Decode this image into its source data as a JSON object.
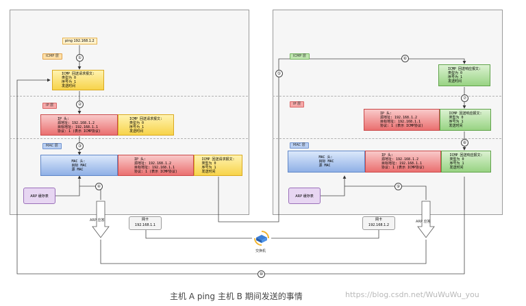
{
  "host_a": {
    "command": "ping 192.168.1.2",
    "layer_icmp": "ICMP 层",
    "layer_ip": "IP 层",
    "layer_mac": "MAC 层",
    "icmp_box": "ICMP 回送请求报文:\n类型为 0\n序号为 1\n发送时间",
    "ip_header": "IP 头:\n源地址: 192.168.1.2\n目标地址: 192.168.1.1\n协议: 1 (表示 ICMP协议)",
    "ip_payload": "ICMP 回送请求报文:\n类型为 0\n序号为 1\n发送时间",
    "mac_header": "MAC 头:\n目标 MAC\n源 MAC",
    "mac_ip": "IP 头:\n源地址: 192.168.1.2\n目标地址: 192.168.1.1\n协议: 1 (表示 ICMP协议)",
    "mac_payload": "ICMP 回送请求报文:\n类型为 0\n序号为 1\n发送时间",
    "arp_cache": "ARP 缓存表",
    "arp_reply": "ARP 应答",
    "nic": "网卡\n192.168.1.1"
  },
  "host_b": {
    "layer_icmp": "ICMP 层",
    "layer_ip": "IP 层",
    "layer_mac": "MAC 层",
    "icmp_box": "ICMP 回送响应报文:\n类型为 0\n序号为 1\n发送时间",
    "ip_header": "IP 头:\n源地址: 192.168.1.2\n目标地址: 192.168.1.1\n协议: 1 (表示 ICMP协议)",
    "ip_payload": "ICMP 回送响应报文:\n类型为 0\n序号为 1\n发送时间",
    "mac_header": "MAC 头:\n目标 MAC\n源 MAC",
    "mac_ip": "IP 头:\n源地址: 192.168.1.2\n目标地址: 192.168.1.1\n协议: 1 (表示 ICMP协议)",
    "mac_payload": "ICMP 回送响应报文:\n类型为 0\n序号为 1\n发送时间",
    "arp_cache": "ARP 缓存表",
    "arp_reply": "ARP 应答",
    "nic": "网卡\n192.168.1.2"
  },
  "switch_label": "交换机",
  "steps": [
    "①",
    "②",
    "③",
    "④",
    "⑤",
    "⑥",
    "⑦",
    "⑧",
    "⑨",
    "⑩"
  ],
  "caption": "主机 A ping 主机 B 期间发送的事情",
  "watermark": "https://blog.csdn.net/WuWuWu_you"
}
